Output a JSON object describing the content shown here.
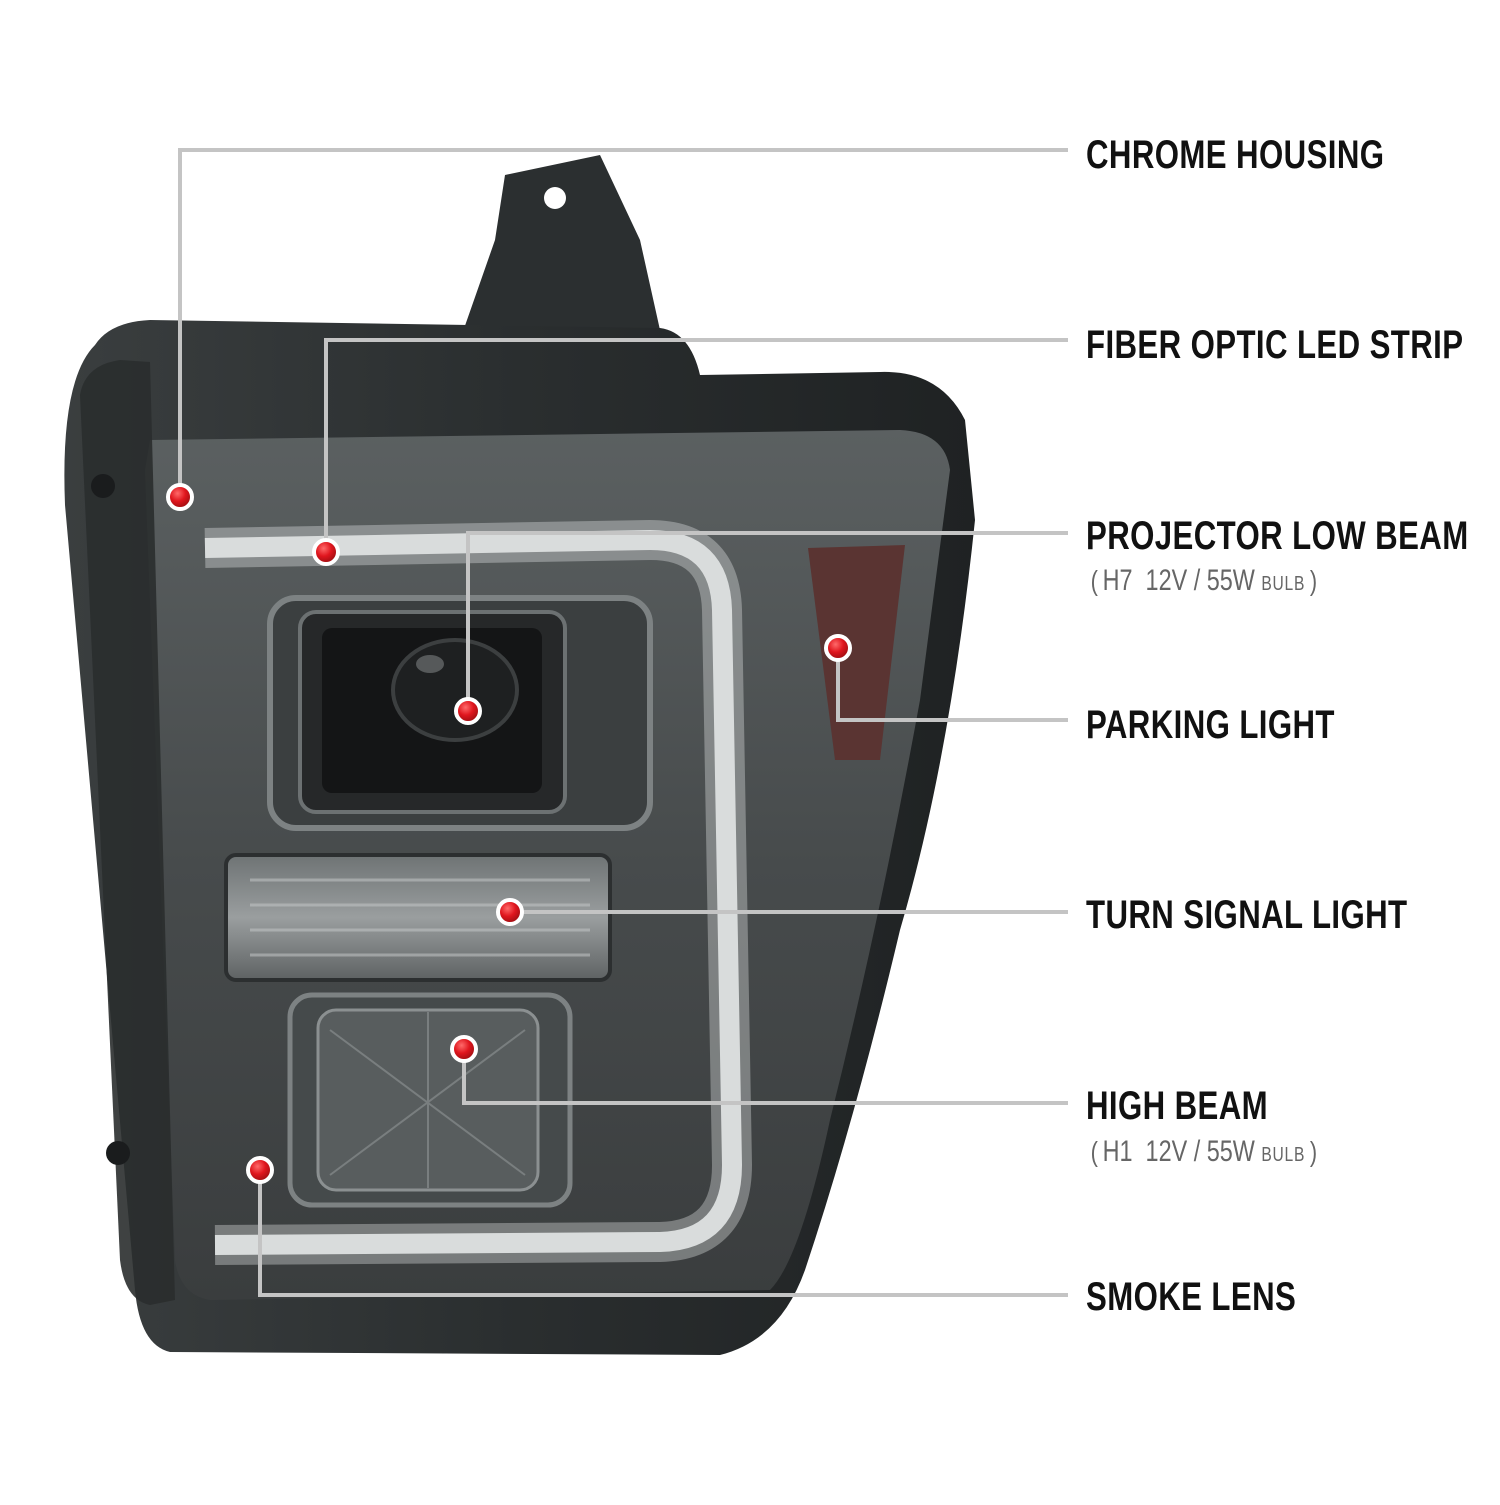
{
  "callouts": [
    {
      "id": "chrome-housing",
      "label": "CHROME HOUSING"
    },
    {
      "id": "fiber-optic-led-strip",
      "label": "FIBER OPTIC LED STRIP"
    },
    {
      "id": "projector-low-beam",
      "label": "PROJECTOR LOW BEAM",
      "spec": {
        "open": "(",
        "bulb": "H7",
        "rating": "12V / 55W",
        "unit": "BULB",
        "close": ")"
      }
    },
    {
      "id": "parking-light",
      "label": "PARKING LIGHT"
    },
    {
      "id": "turn-signal-light",
      "label": "TURN SIGNAL LIGHT"
    },
    {
      "id": "high-beam",
      "label": "HIGH BEAM",
      "spec": {
        "open": "(",
        "bulb": "H1",
        "rating": "12V / 55W",
        "unit": "BULB",
        "close": ")"
      }
    },
    {
      "id": "smoke-lens",
      "label": "SMOKE LENS"
    }
  ],
  "colors": {
    "background": "#ffffff",
    "leader_line": "#c4c4c4",
    "marker": "#e0161e",
    "housing": "#2e3233",
    "lens_smoke": "#4a4f50",
    "led_strip": "#d9dcdc",
    "amber_smoke": "#5a3432",
    "label_text": "#111111",
    "spec_text": "#666666"
  }
}
